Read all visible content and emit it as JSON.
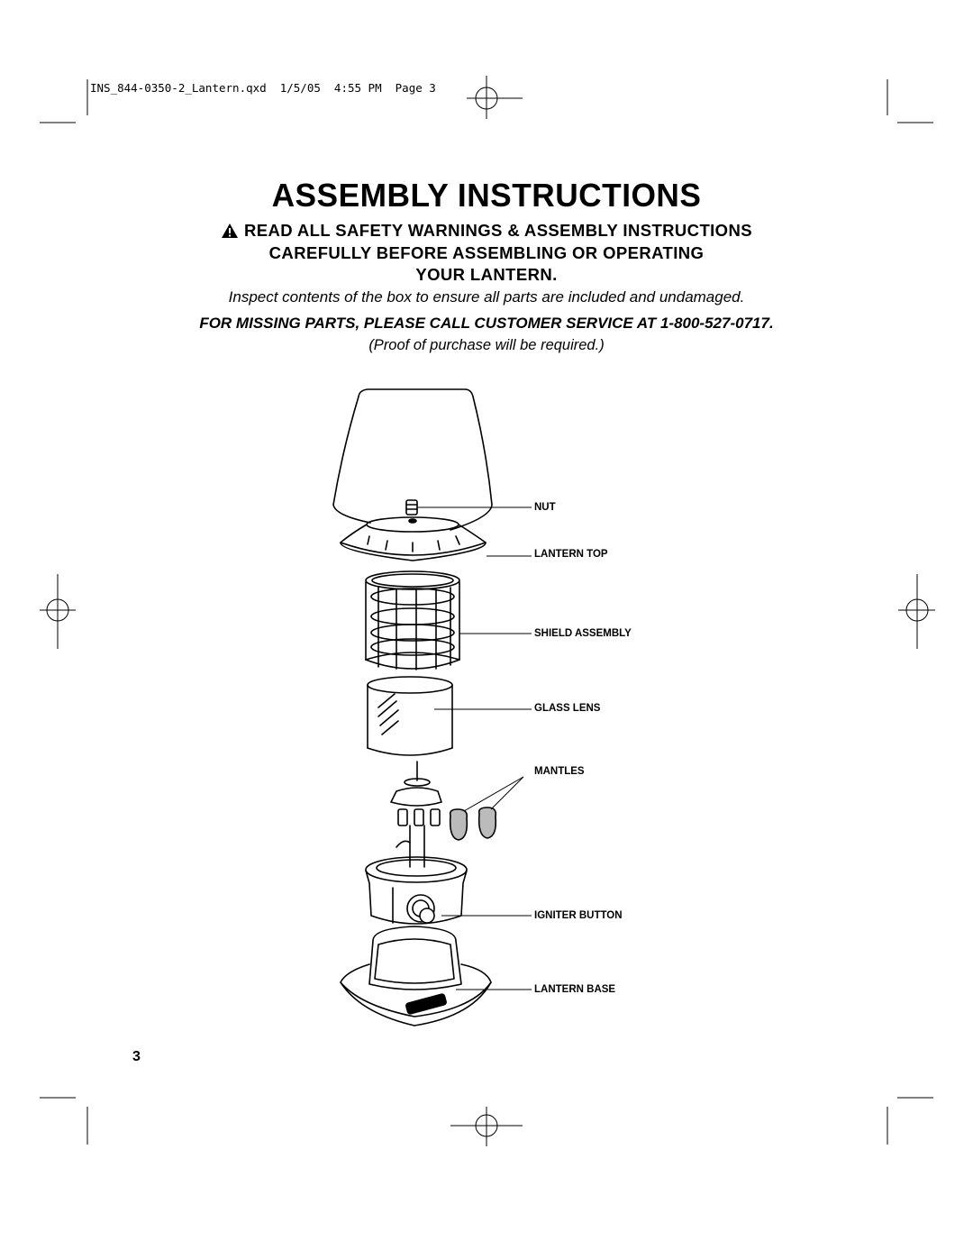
{
  "header": {
    "slug_text": "INS_844-0350-2_Lantern.qxd  1/5/05  4:55 PM  Page 3"
  },
  "title": "ASSEMBLY INSTRUCTIONS",
  "warning": {
    "icon": "warning-triangle-icon",
    "line1": "READ ALL SAFETY WARNINGS & ASSEMBLY INSTRUCTIONS",
    "line2": "CAREFULLY BEFORE ASSEMBLING OR OPERATING",
    "line3": "YOUR LANTERN."
  },
  "inspect_text": "Inspect contents of the box to ensure all parts are included and undamaged.",
  "missing_parts_text": "FOR MISSING PARTS, PLEASE CALL CUSTOMER SERVICE AT 1-800-527-0717.",
  "proof_text": "(Proof of purchase will be required.)",
  "diagram": {
    "labels": {
      "nut": "NUT",
      "lantern_top": "LANTERN TOP",
      "shield_assembly": "SHIELD ASSEMBLY",
      "glass_lens": "GLASS LENS",
      "mantles": "MANTLES",
      "igniter_button": "IGNITER BUTTON",
      "lantern_base": "LANTERN BASE"
    }
  },
  "page_number": "3"
}
